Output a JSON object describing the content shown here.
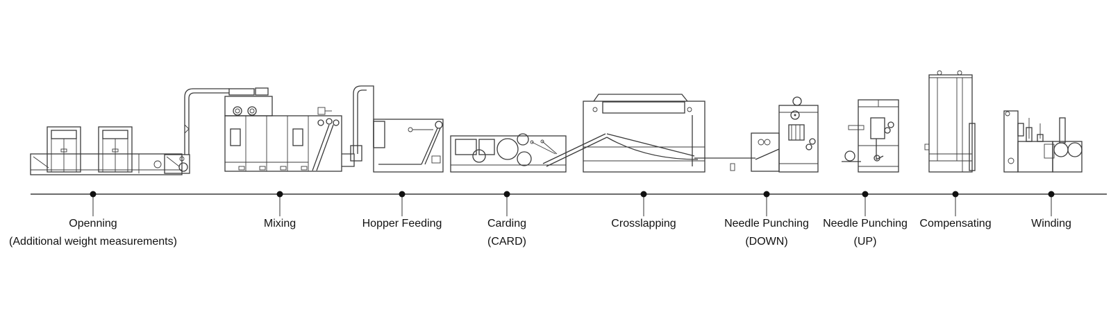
{
  "title": "Nonwoven needle-punch production line process flow",
  "stages": [
    {
      "id": "opening",
      "label": "Openning",
      "sublabel": "(Additional weight measurements)"
    },
    {
      "id": "mixing",
      "label": "Mixing",
      "sublabel": ""
    },
    {
      "id": "hopper-feeding",
      "label": "Hopper Feeding",
      "sublabel": ""
    },
    {
      "id": "carding",
      "label": "Carding",
      "sublabel": "(CARD)"
    },
    {
      "id": "crosslapping",
      "label": "Crosslapping",
      "sublabel": ""
    },
    {
      "id": "needle-punching-down",
      "label": "Needle Punching",
      "sublabel": "(DOWN)"
    },
    {
      "id": "needle-punching-up",
      "label": "Needle Punching",
      "sublabel": "(UP)"
    },
    {
      "id": "compensating",
      "label": "Compensating",
      "sublabel": ""
    },
    {
      "id": "winding",
      "label": "Winding",
      "sublabel": ""
    }
  ],
  "colors": {
    "line": "#3a3a3a",
    "text": "#111111",
    "background": "#ffffff"
  }
}
